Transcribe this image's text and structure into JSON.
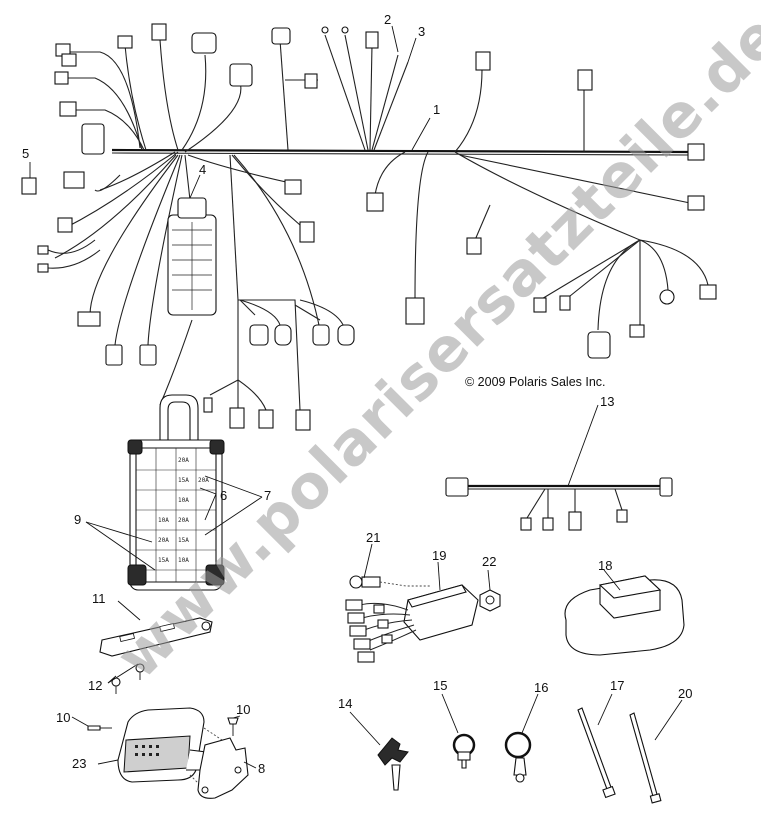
{
  "copyright": "© 2009 Polaris Sales Inc.",
  "watermark": "www.polarisersatzteile.de",
  "callouts": [
    "1",
    "2",
    "3",
    "4",
    "5",
    "6",
    "7",
    "8",
    "9",
    "10",
    "10",
    "11",
    "12",
    "13",
    "14",
    "15",
    "16",
    "17",
    "18",
    "19",
    "20",
    "21",
    "22",
    "23"
  ],
  "fuse_labels": [
    "20A",
    "15A",
    "10A",
    "20A",
    "15A",
    "10A",
    "20A",
    "15A",
    "10A",
    "20A"
  ],
  "colors": {
    "line": "#111111",
    "watermark": "#9a9a9a",
    "background": "#ffffff"
  }
}
